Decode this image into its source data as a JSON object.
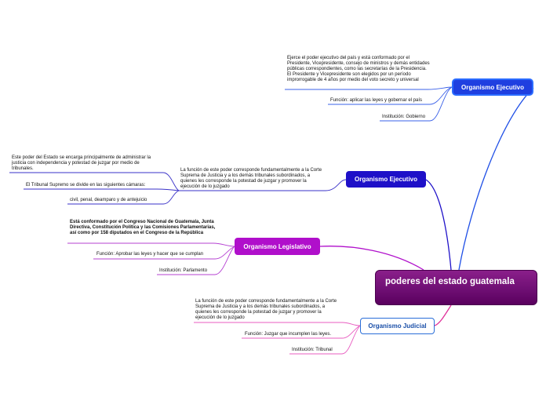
{
  "root": {
    "label": "poderes del estado guatemala"
  },
  "branches": [
    {
      "label": "Organismo Ejecutivo",
      "leaves": [
        "Ejerce el poder ejecutivo del país y está conformado por el Presidente, Vicepresidente, consejo de ministros y demás entidades públicas correspondientes, como las secretarías de la Presidencia. El Presidente y Vicepresidente son elegidos por un período improrrogable de 4 años por medio del voto secreto y universal",
        "Función: aplicar las leyes y gobernar el país",
        "Institución: Gobierno"
      ]
    },
    {
      "label": "Organismo Ejecutivo",
      "leaves": [
        "La función de este poder corresponde fundamentalmente a la Corte Suprema de Justicia y a los demás tribunales subordinados, a quienes les corresponde la potestad de juzgar y promover la ejecución de lo juzgado"
      ],
      "subleaves": [
        "Este poder del Estado se encarga principalmente de administrar la justicia con independencia y potestad de juzgar por medio de tribunales.",
        "El Tribunal Supremo se divide en las siguientes cámaras:",
        "civil, penal, deamparo y de antejuicio"
      ]
    },
    {
      "label": "Organismo Legislativo",
      "leaves": [
        "Está conformado por el Congreso Nacional de Guatemala, Junta Directiva, Constitución Política y las Comisiones Parlamentarias, así como por 158 diputados en el Congreso de la República",
        "Función: Aprobar las leyes y hacer que se cumplan",
        "Institución: Parlamento"
      ]
    },
    {
      "label": "Organismo Judicial",
      "leaves": [
        "La función de este poder corresponde fundamentalmente a la Corte Suprema de Justicia y a los demás tribunales subordinados, a quienes les corresponde la potestad de juzgar y promover la ejecución de lo juzgado",
        "Función: Juzgar que incumplen las leyes.",
        "Institución: Tribunal"
      ]
    }
  ],
  "colors": {
    "branch_ejecutivo_1": "#1f3fe0",
    "branch_ejecutivo_2": "#1e10c8",
    "branch_legislativo": "#b00fcb",
    "branch_judicial": "#2a6ed8",
    "root": "#6f0f74"
  }
}
